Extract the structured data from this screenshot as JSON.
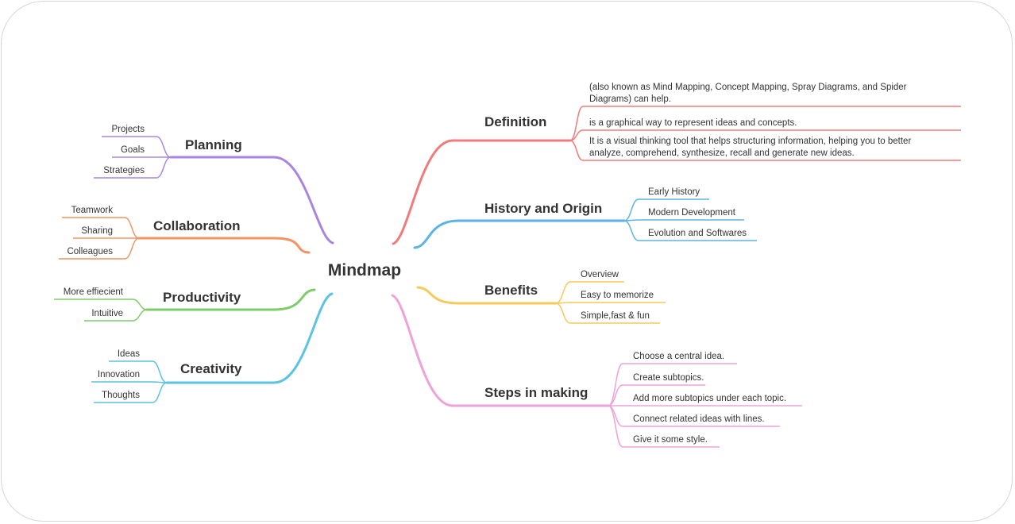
{
  "central": {
    "label": "Mindmap"
  },
  "branches": [
    {
      "key": "definition",
      "label": "Definition",
      "color": "#f07b7b",
      "items": [
        [
          "(also known as Mind Mapping, Concept Mapping, Spray Diagrams, and Spider",
          "Diagrams) can help."
        ],
        [
          "is a graphical way to represent ideas and concepts."
        ],
        [
          "It is a visual thinking tool that helps structuring information, helping you to better",
          "analyze, comprehend, synthesize, recall and generate new ideas."
        ]
      ]
    },
    {
      "key": "history",
      "label": "History and Origin",
      "color": "#5db3e4",
      "items": [
        [
          "Early History"
        ],
        [
          "Modern Development"
        ],
        [
          "Evolution and Softwares"
        ]
      ]
    },
    {
      "key": "benefits",
      "label": "Benefits",
      "color": "#f7c95a",
      "items": [
        [
          "Overview"
        ],
        [
          "Easy to memorize"
        ],
        [
          "Simple,fast & fun"
        ]
      ]
    },
    {
      "key": "steps",
      "label": "Steps in making",
      "color": "#eea2d8",
      "items": [
        [
          "Choose a central idea."
        ],
        [
          "Create subtopics."
        ],
        [
          "Add more subtopics under each topic."
        ],
        [
          "Connect related ideas with lines."
        ],
        [
          "Give it some style."
        ]
      ]
    },
    {
      "key": "planning",
      "label": "Planning",
      "color": "#a886e0",
      "items": [
        [
          "Projects"
        ],
        [
          "Goals"
        ],
        [
          "Strategies"
        ]
      ]
    },
    {
      "key": "collaboration",
      "label": "Collaboration",
      "color": "#f29461",
      "items": [
        [
          "Teamwork"
        ],
        [
          "Sharing"
        ],
        [
          "Colleagues"
        ]
      ]
    },
    {
      "key": "productivity",
      "label": "Productivity",
      "color": "#7ccc6a",
      "items": [
        [
          "More effiecient"
        ],
        [
          "Intuitive"
        ]
      ]
    },
    {
      "key": "creativity",
      "label": "Creativity",
      "color": "#5cc3e0",
      "items": [
        [
          "Ideas"
        ],
        [
          "Innovation"
        ],
        [
          "Thoughts"
        ]
      ]
    }
  ]
}
